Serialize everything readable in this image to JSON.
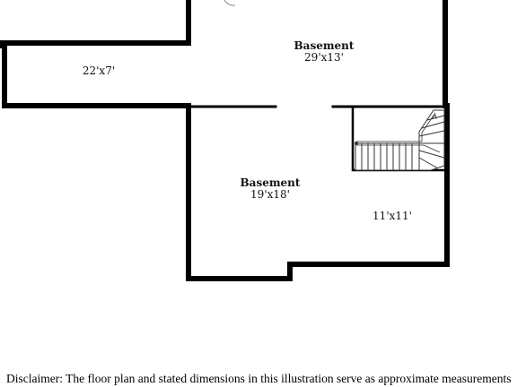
{
  "floor_plan": {
    "rooms": [
      {
        "name": "",
        "dimensions": "22'x7'"
      },
      {
        "name": "Basement",
        "dimensions": "29'x13'"
      },
      {
        "name": "Basement",
        "dimensions": "19'x18'"
      },
      {
        "name": "",
        "dimensions": "11'x11'"
      }
    ],
    "wall_color": "#000000",
    "stair_color": "#333333"
  },
  "disclaimer": "Disclaimer: The floor plan and stated dimensions in this illustration serve as approximate measurements"
}
